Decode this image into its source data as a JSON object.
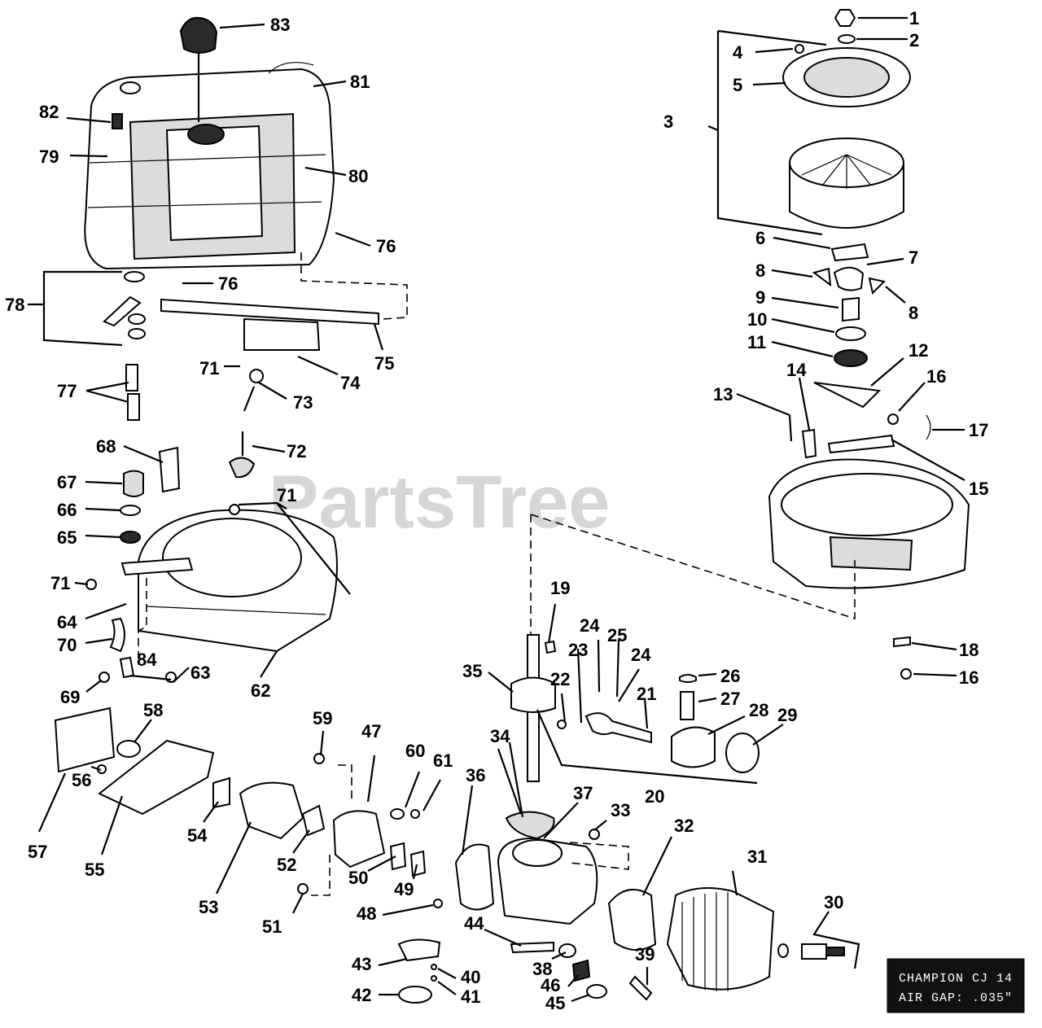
{
  "watermark": "PartsTree",
  "spec_box": {
    "line1": "CHAMPION CJ 14",
    "line2": "AIR GAP: .035\""
  },
  "callouts": [
    {
      "id": "1",
      "text": "1"
    },
    {
      "id": "2",
      "text": "2"
    },
    {
      "id": "3",
      "text": "3"
    },
    {
      "id": "4",
      "text": "4"
    },
    {
      "id": "5",
      "text": "5"
    },
    {
      "id": "6",
      "text": "6"
    },
    {
      "id": "7",
      "text": "7"
    },
    {
      "id": "8a",
      "text": "8"
    },
    {
      "id": "8b",
      "text": "8"
    },
    {
      "id": "9",
      "text": "9"
    },
    {
      "id": "10",
      "text": "10"
    },
    {
      "id": "11",
      "text": "11"
    },
    {
      "id": "12",
      "text": "12"
    },
    {
      "id": "13",
      "text": "13"
    },
    {
      "id": "14",
      "text": "14"
    },
    {
      "id": "15",
      "text": "15"
    },
    {
      "id": "16a",
      "text": "16"
    },
    {
      "id": "16b",
      "text": "16"
    },
    {
      "id": "17",
      "text": "17"
    },
    {
      "id": "18",
      "text": "18"
    },
    {
      "id": "19",
      "text": "19"
    },
    {
      "id": "20",
      "text": "20"
    },
    {
      "id": "21",
      "text": "21"
    },
    {
      "id": "22",
      "text": "22"
    },
    {
      "id": "23",
      "text": "23"
    },
    {
      "id": "24a",
      "text": "24"
    },
    {
      "id": "24b",
      "text": "24"
    },
    {
      "id": "25",
      "text": "25"
    },
    {
      "id": "26",
      "text": "26"
    },
    {
      "id": "27",
      "text": "27"
    },
    {
      "id": "28",
      "text": "28"
    },
    {
      "id": "29",
      "text": "29"
    },
    {
      "id": "30",
      "text": "30"
    },
    {
      "id": "31",
      "text": "31"
    },
    {
      "id": "32",
      "text": "32"
    },
    {
      "id": "33",
      "text": "33"
    },
    {
      "id": "34",
      "text": "34"
    },
    {
      "id": "35",
      "text": "35"
    },
    {
      "id": "36",
      "text": "36"
    },
    {
      "id": "37",
      "text": "37"
    },
    {
      "id": "38",
      "text": "38"
    },
    {
      "id": "39",
      "text": "39"
    },
    {
      "id": "40",
      "text": "40"
    },
    {
      "id": "41",
      "text": "41"
    },
    {
      "id": "42",
      "text": "42"
    },
    {
      "id": "43",
      "text": "43"
    },
    {
      "id": "44",
      "text": "44"
    },
    {
      "id": "45",
      "text": "45"
    },
    {
      "id": "46",
      "text": "46"
    },
    {
      "id": "47",
      "text": "47"
    },
    {
      "id": "48",
      "text": "48"
    },
    {
      "id": "49",
      "text": "49"
    },
    {
      "id": "50",
      "text": "50"
    },
    {
      "id": "51",
      "text": "51"
    },
    {
      "id": "52",
      "text": "52"
    },
    {
      "id": "53",
      "text": "53"
    },
    {
      "id": "54",
      "text": "54"
    },
    {
      "id": "55",
      "text": "55"
    },
    {
      "id": "56",
      "text": "56"
    },
    {
      "id": "57",
      "text": "57"
    },
    {
      "id": "58",
      "text": "58"
    },
    {
      "id": "59",
      "text": "59"
    },
    {
      "id": "60",
      "text": "60"
    },
    {
      "id": "61",
      "text": "61"
    },
    {
      "id": "62",
      "text": "62"
    },
    {
      "id": "63",
      "text": "63"
    },
    {
      "id": "64",
      "text": "64"
    },
    {
      "id": "65",
      "text": "65"
    },
    {
      "id": "66",
      "text": "66"
    },
    {
      "id": "67",
      "text": "67"
    },
    {
      "id": "68",
      "text": "68"
    },
    {
      "id": "69",
      "text": "69"
    },
    {
      "id": "70",
      "text": "70"
    },
    {
      "id": "71a",
      "text": "71"
    },
    {
      "id": "71b",
      "text": "71"
    },
    {
      "id": "71c",
      "text": "71"
    },
    {
      "id": "72",
      "text": "72"
    },
    {
      "id": "73",
      "text": "73"
    },
    {
      "id": "74",
      "text": "74"
    },
    {
      "id": "75",
      "text": "75"
    },
    {
      "id": "76a",
      "text": "76"
    },
    {
      "id": "76b",
      "text": "76"
    },
    {
      "id": "77",
      "text": "77"
    },
    {
      "id": "78",
      "text": "78"
    },
    {
      "id": "79",
      "text": "79"
    },
    {
      "id": "80",
      "text": "80"
    },
    {
      "id": "81",
      "text": "81"
    },
    {
      "id": "82",
      "text": "82"
    },
    {
      "id": "83",
      "text": "83"
    },
    {
      "id": "84",
      "text": "84"
    }
  ]
}
